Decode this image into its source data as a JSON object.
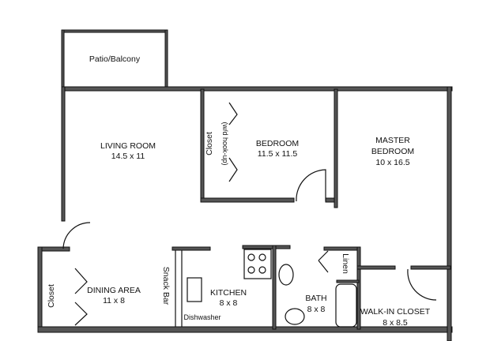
{
  "rooms": {
    "patio": {
      "name": "Patio/Balcony"
    },
    "living": {
      "name": "LIVING ROOM",
      "size": "14.5 x 11"
    },
    "bedroom": {
      "name": "BEDROOM",
      "size": "11.5 x 11.5"
    },
    "master": {
      "name1": "MASTER",
      "name2": "BEDROOM",
      "size": "10 x 16.5"
    },
    "bedroom_closet": {
      "name": "Closet",
      "note": "(w/d hook-up)"
    },
    "dining_closet": {
      "name": "Closet"
    },
    "dining": {
      "name": "DINING AREA",
      "size": "11 x 8"
    },
    "snack_bar": {
      "name": "Snack Bar"
    },
    "kitchen": {
      "name": "KITCHEN",
      "size": "8 x 8",
      "appliance": "Dishwasher"
    },
    "bath": {
      "name": "BATH",
      "size": "8 x 8"
    },
    "linen": {
      "name": "Linen"
    },
    "walkin": {
      "name": "WALK-IN CLOSET",
      "size": "8 x 8.5"
    }
  }
}
